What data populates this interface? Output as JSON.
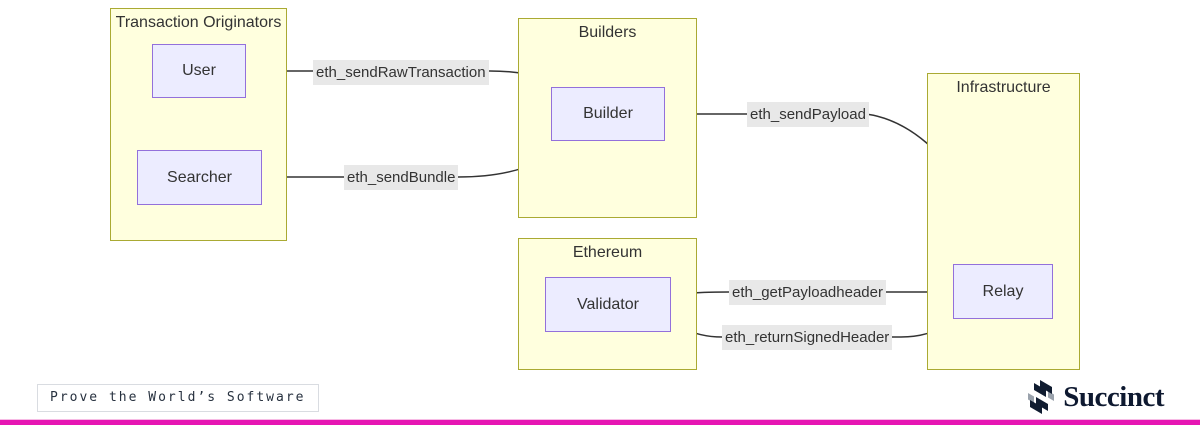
{
  "diagram": {
    "clusters": [
      {
        "id": "transaction-originators",
        "title": "Transaction Originators"
      },
      {
        "id": "builders",
        "title": "Builders"
      },
      {
        "id": "ethereum",
        "title": "Ethereum"
      },
      {
        "id": "infrastructure",
        "title": "Infrastructure"
      }
    ],
    "nodes": [
      {
        "id": "user",
        "label": "User",
        "cluster": "Transaction Originators"
      },
      {
        "id": "searcher",
        "label": "Searcher",
        "cluster": "Transaction Originators"
      },
      {
        "id": "builder",
        "label": "Builder",
        "cluster": "Builders"
      },
      {
        "id": "validator",
        "label": "Validator",
        "cluster": "Ethereum"
      },
      {
        "id": "relay",
        "label": "Relay",
        "cluster": "Infrastructure"
      }
    ],
    "edges": [
      {
        "from": "User",
        "to": "Builder",
        "label": "eth_sendRawTransaction"
      },
      {
        "from": "Searcher",
        "to": "Builder",
        "label": "eth_sendBundle"
      },
      {
        "from": "Builder",
        "to": "Relay",
        "label": "eth_sendPayload"
      },
      {
        "from": "Validator",
        "to": "Relay",
        "label": "eth_getPayloadheader"
      },
      {
        "from": "Validator",
        "to": "Relay",
        "label": "eth_returnSignedHeader"
      }
    ],
    "colors": {
      "cluster_fill": "#ffffde",
      "cluster_border": "#aaaa33",
      "node_fill": "#ececff",
      "node_border": "#9370db",
      "edge_stroke": "#333333",
      "edge_label_bg": "#e8e8e8"
    }
  },
  "footer": {
    "tagline": "Prove the World’s Software",
    "brand": "Succinct",
    "brand_color": "#0e1930",
    "accent_bar_color": "#e615b3"
  }
}
